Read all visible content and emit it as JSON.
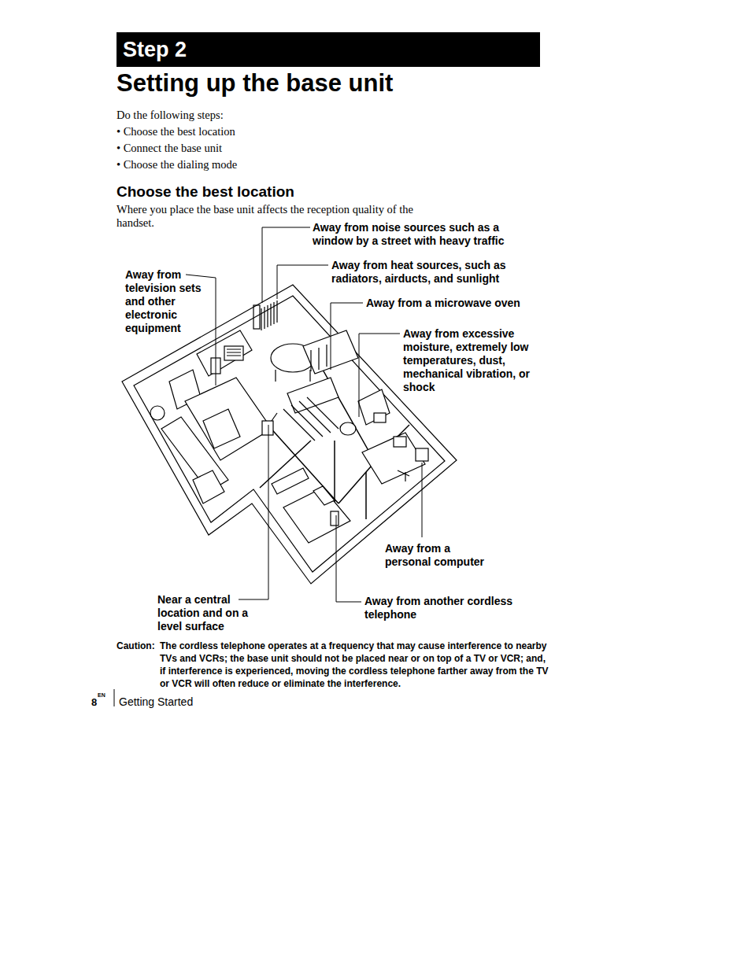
{
  "diagram": {
    "title": "Setting up the base unit",
    "nodes": [
      {
        "text": [
          "Step 2"
        ]
      }
    ],
    "labels": [
      "Do the following steps:",
      "• Choose the best location",
      "• Connect the base unit",
      "• Choose the dialing mode",
      "Choose the best location",
      "Where you place the base unit affects the reception quality of the handset.",
      "Away from noise sources such as a window by a street with heavy traffic",
      "Away from heat sources, such as radiators, airducts, and sunlight",
      "Away from a microwave oven",
      "Away from excessive moisture, extremely low temperatures, dust, mechanical vibration, or shock",
      "Away from television sets and other electronic equipment",
      "Away from a personal computer",
      "Near a central location and on a level surface",
      "Away from another cordless telephone",
      "Caution:",
      "The cordless telephone operates at a frequency that may cause interference to nearby TVs and VCRs; the base unit should not be placed near or on top of a TV or VCR; and, if interference is experienced, moving the cordless telephone farther away from the TV or VCR will often reduce or eliminate the interference.",
      "8",
      "EN",
      "Getting Started"
    ]
  }
}
